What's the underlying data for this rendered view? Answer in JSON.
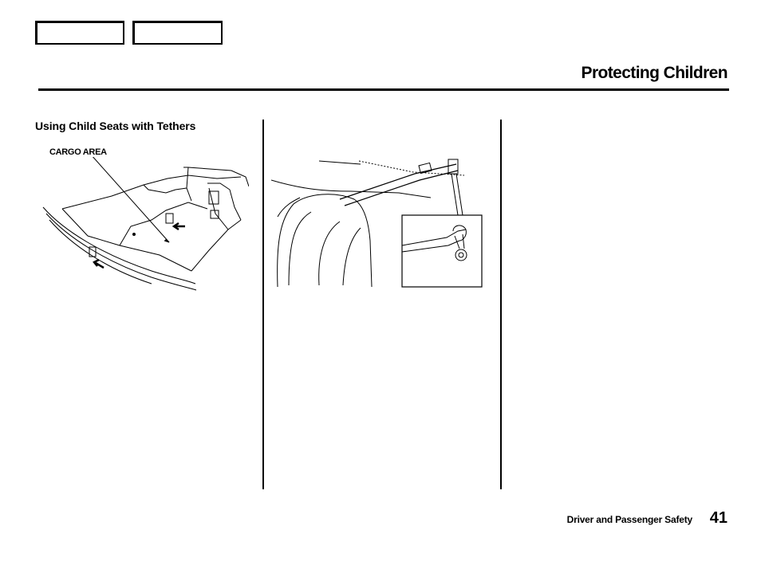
{
  "header": {
    "nav_buttons": [
      "",
      ""
    ],
    "title": "Protecting Children"
  },
  "section": {
    "heading": "Using Child Seats with Tethers"
  },
  "figures": {
    "cargo_label": "CARGO AREA"
  },
  "footer": {
    "section_name": "Driver and Passenger Safety",
    "page_number": "41"
  }
}
